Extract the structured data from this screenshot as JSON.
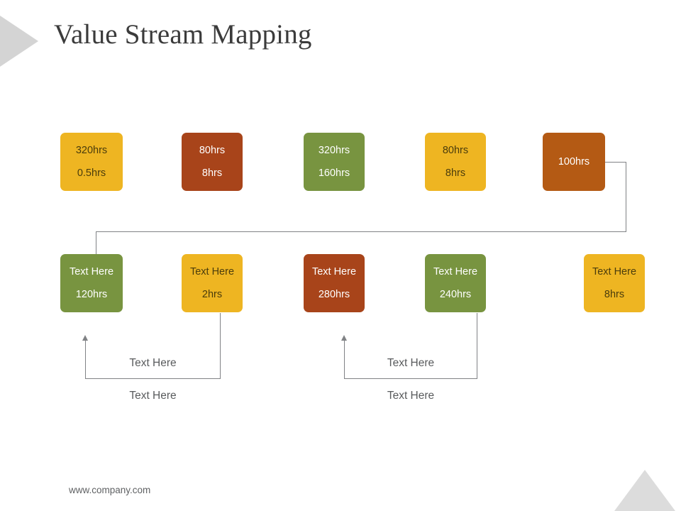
{
  "slide": {
    "title": "Value Stream Mapping",
    "footer_url": "www.company.com",
    "background": "#ffffff"
  },
  "palette": {
    "amber": "#eeb522",
    "rust": "#a8441a",
    "olive": "#789440",
    "brown": "#b45a14",
    "line": "#808285",
    "text_dark": "#4a3c0c",
    "text_light": "#ffffff",
    "caption_gray": "#595b5d",
    "decor_gray": "#d8d8d8"
  },
  "top_row": [
    {
      "name": "top-node-1",
      "line1": "320hrs",
      "line2": "0.5hrs",
      "fill": "#eeb522",
      "text": "#4a3c0c"
    },
    {
      "name": "top-node-2",
      "line1": "80hrs",
      "line2": "8hrs",
      "fill": "#a8441a",
      "text": "#ffffff"
    },
    {
      "name": "top-node-3",
      "line1": "320hrs",
      "line2": "160hrs",
      "fill": "#789440",
      "text": "#ffffff"
    },
    {
      "name": "top-node-4",
      "line1": "80hrs",
      "line2": "8hrs",
      "fill": "#eeb522",
      "text": "#4a3c0c"
    },
    {
      "name": "top-node-5",
      "line1": "100hrs",
      "line2": "",
      "fill": "#b45a14",
      "text": "#ffffff"
    }
  ],
  "bottom_row": [
    {
      "name": "bottom-node-1",
      "line1": "Text Here",
      "line2": "120hrs",
      "fill": "#789440",
      "text": "#ffffff"
    },
    {
      "name": "bottom-node-2",
      "line1": "Text Here",
      "line2": "2hrs",
      "fill": "#eeb522",
      "text": "#4a3c0c"
    },
    {
      "name": "bottom-node-3",
      "line1": "Text Here",
      "line2": "280hrs",
      "fill": "#a8441a",
      "text": "#ffffff"
    },
    {
      "name": "bottom-node-4",
      "line1": "Text Here",
      "line2": "240hrs",
      "fill": "#789440",
      "text": "#ffffff"
    },
    {
      "name": "bottom-node-5",
      "line1": "Text Here",
      "line2": "8hrs",
      "fill": "#eeb522",
      "text": "#4a3c0c"
    }
  ],
  "brackets": [
    {
      "name": "bracket-left",
      "inner_label": "Text Here",
      "outer_label": "Text Here"
    },
    {
      "name": "bracket-right",
      "inner_label": "Text Here",
      "outer_label": "Text Here"
    }
  ]
}
